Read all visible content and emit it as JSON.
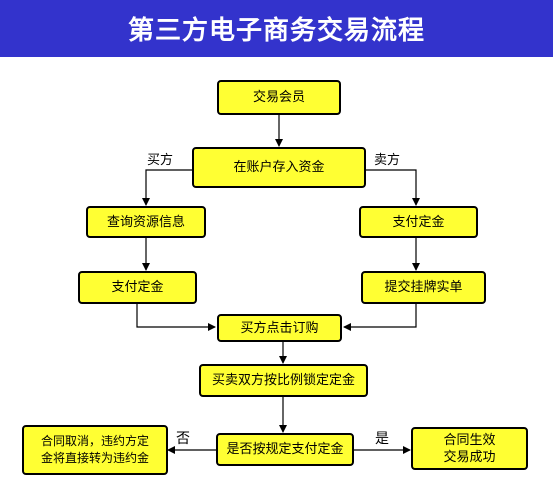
{
  "title": "第三方电子商务交易流程",
  "nodes": {
    "member": "交易会员",
    "deposit": "在账户存入资金",
    "query": "查询资源信息",
    "buyer_pay": "支付定金",
    "seller_pay": "支付定金",
    "listing": "提交挂牌实单",
    "order": "买方点击订购",
    "lock": "买卖双方按比例锁定定金",
    "decision": "是否按规定支付定金",
    "cancel_line1": "合同取消，违约方定",
    "cancel_line2": "金将直接转为违约金",
    "success_line1": "合同生效",
    "success_line2": "交易成功"
  },
  "labels": {
    "buyer": "买方",
    "seller": "卖方",
    "no": "否",
    "yes": "是"
  },
  "colors": {
    "header_bg": "#3333cc",
    "box_fill": "#ffff33",
    "line": "#000000"
  }
}
